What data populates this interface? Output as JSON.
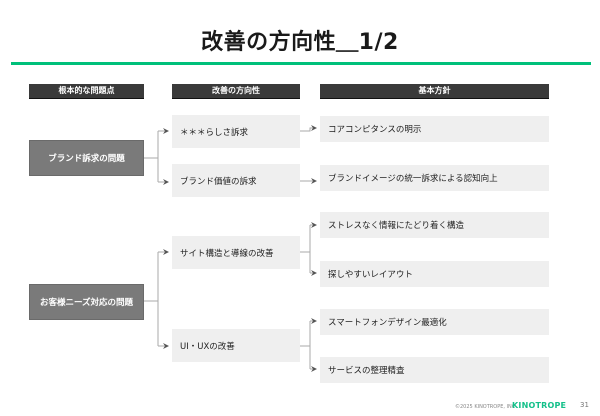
{
  "slide": {
    "title": "改善の方向性＿1/2",
    "accent_color": "#00c07a"
  },
  "headers": {
    "root_issues": "根本的な問題点",
    "directions": "改善の方向性",
    "policies": "基本方針"
  },
  "groups": [
    {
      "issue": "ブランド訴求の問題",
      "directions": [
        {
          "label": "＊＊＊らしさ訴求",
          "policies": [
            "コアコンピタンスの明示"
          ]
        },
        {
          "label": "ブランド価値の訴求",
          "policies": [
            "ブランドイメージの統一訴求による認知向上"
          ]
        }
      ]
    },
    {
      "issue": "お客様ニーズ対応の問題",
      "directions": [
        {
          "label": "サイト構造と導線の改善",
          "policies": [
            "ストレスなく情報にたどり着く構造",
            "探しやすいレイアウト"
          ]
        },
        {
          "label": "UI・UXの改善",
          "policies": [
            "スマートフォンデザイン最適化",
            "サービスの整理精査"
          ]
        }
      ]
    }
  ],
  "footer": {
    "copyright": "©2025 KINOTROPE, INC",
    "logo": "KINOTROPE",
    "page_number": "31"
  }
}
